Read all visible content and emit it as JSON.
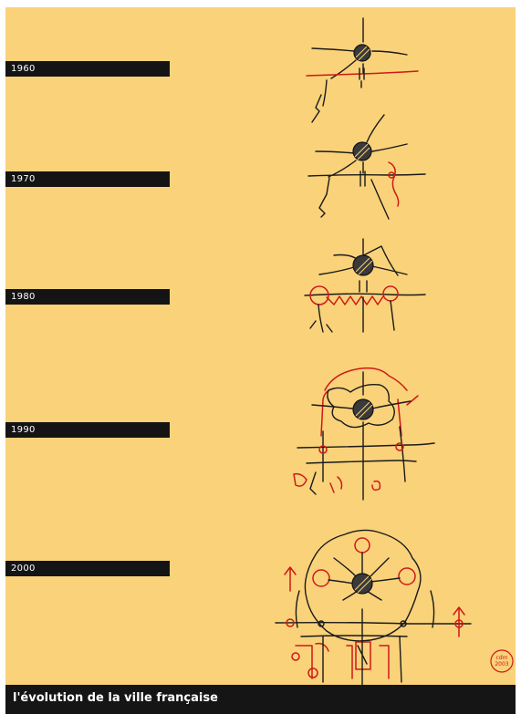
{
  "timeline": [
    {
      "year": "1960"
    },
    {
      "year": "1970"
    },
    {
      "year": "1980"
    },
    {
      "year": "1990"
    },
    {
      "year": "2000"
    }
  ],
  "footer": {
    "title": "l'évolution de la ville française"
  },
  "signature": {
    "text": "cdm 2003"
  },
  "colors": {
    "background": "#f9d27a",
    "bars": "#141414",
    "sketch_ink": "#1a1a1a",
    "highlight_red": "#d01818"
  }
}
